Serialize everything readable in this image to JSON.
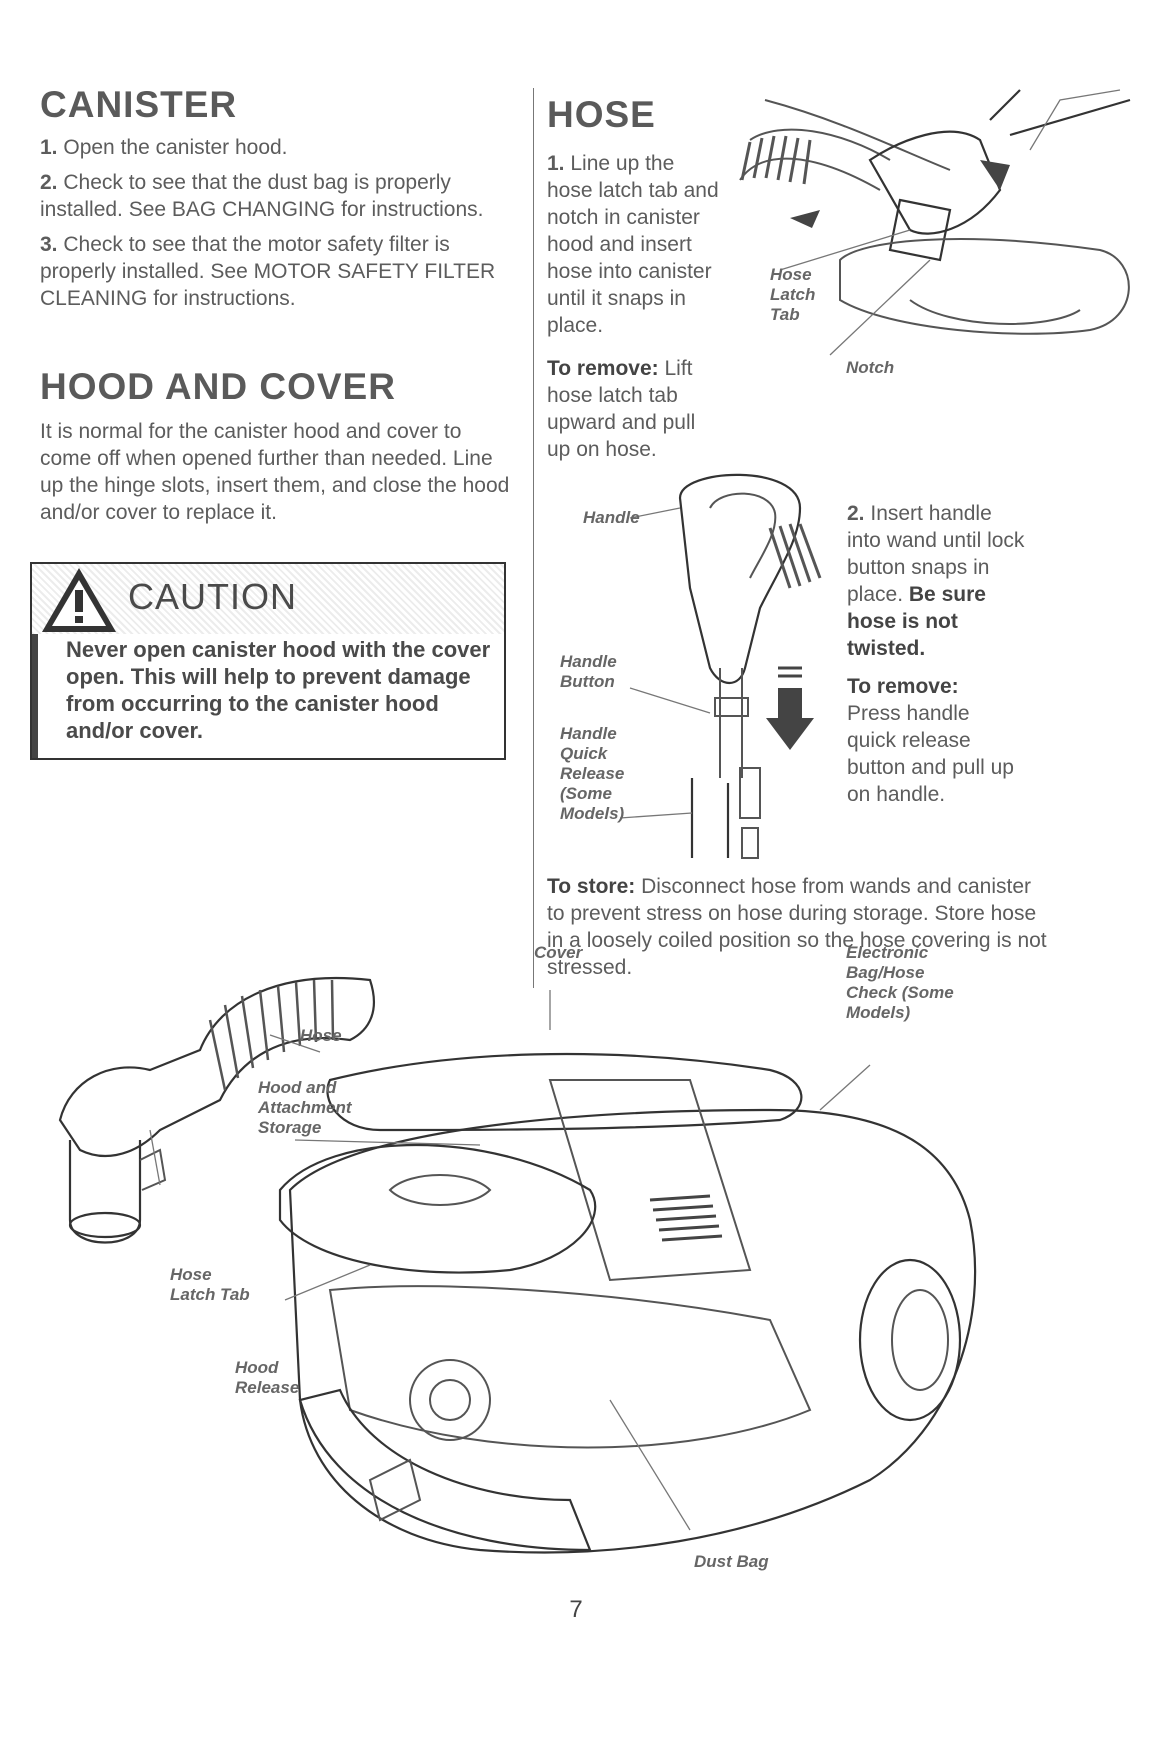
{
  "canister": {
    "title": "CANISTER",
    "step1_num": "1.",
    "step1": "Open the canister hood.",
    "step2_num": "2.",
    "step2": "Check to see that the dust bag is properly installed. See BAG CHANGING for instructions.",
    "step3_num": "3.",
    "step3": "Check to see that the motor safety filter is properly installed. See MOTOR SAFETY FILTER CLEANING for instructions."
  },
  "hood_cover": {
    "title": "HOOD AND COVER",
    "text": "It is normal for the canister hood and cover to come off when opened further than needed. Line up the hinge slots, insert them, and close the hood and/or cover to replace it."
  },
  "caution": {
    "title": "CAUTION",
    "text": "Never open canister hood with the cover open. This will help to prevent damage from occurring to the canister hood and/or cover."
  },
  "hose": {
    "title": "HOSE",
    "step1_num": "1.",
    "step1": "Line up the hose latch tab and notch in canister hood and insert hose into canister until it snaps in place.",
    "remove1_label": "To remove:",
    "remove1": "Lift hose latch tab upward and pull up on hose.",
    "step2_num": "2.",
    "step2": "Insert handle into wand until lock button snaps in place.",
    "step2_bold": "Be sure hose is not twisted.",
    "remove2_label": "To remove:",
    "remove2": "Press handle quick release button and pull up on handle.",
    "store_label": "To store:",
    "store": "Disconnect hose from wands and canister to prevent stress on hose during storage. Store hose in a loosely coiled position so the hose covering is not stressed."
  },
  "labels": {
    "hose_latch_tab": "Hose Latch Tab",
    "notch": "Notch",
    "handle": "Handle",
    "handle_button": "Handle Button",
    "handle_quick_release": "Handle Quick Release (Some Models)",
    "cover": "Cover",
    "electronic_check": "Electronic Bag/Hose Check (Some Models)",
    "hose": "Hose",
    "hood_storage": "Hood and Attachment Storage",
    "hose_latch_tab_2": "Hose Latch Tab",
    "hood_release": "Hood Release",
    "dust_bag": "Dust Bag"
  },
  "page_number": "7"
}
